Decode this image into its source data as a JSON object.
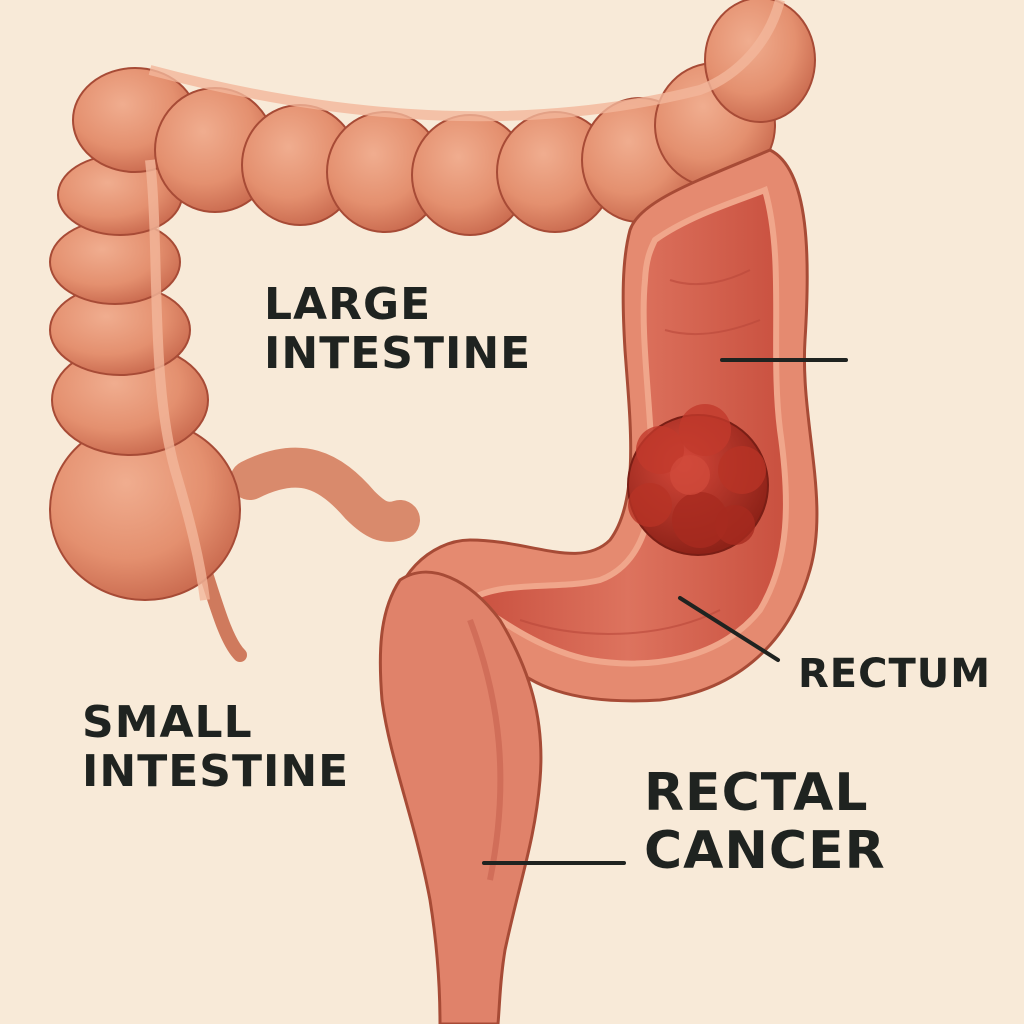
{
  "labels": {
    "large_intestine": [
      "LARGE",
      "INTESTINE"
    ],
    "small_intestine": [
      "SMALL",
      "INTESTINE"
    ],
    "rectum": "RECTUM",
    "rectal_cancer": [
      "RECTAL",
      "CANCER"
    ]
  },
  "colors": {
    "background": "#f8ead8",
    "colon_fill": "#e4906f",
    "colon_shade": "#c8684d",
    "colon_outline": "#a74b36",
    "inner_lumen": "#d5624f",
    "tumor": "#b22f22",
    "label_text": "#1f2320"
  }
}
